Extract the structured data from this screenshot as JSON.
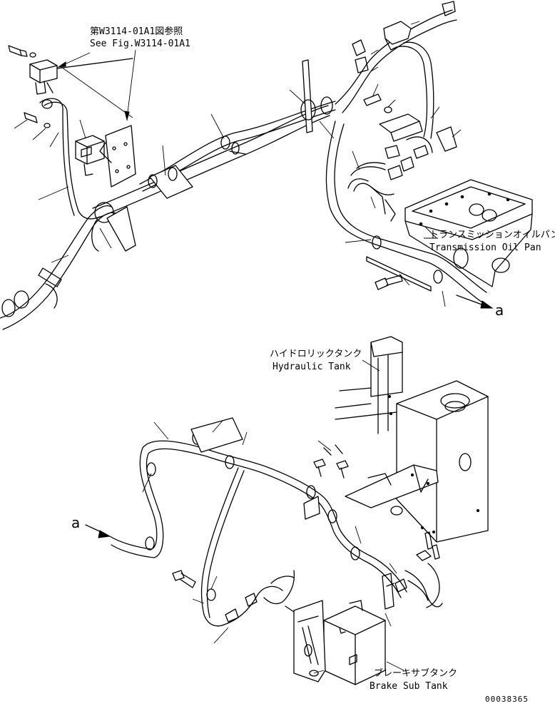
{
  "references": {
    "see_fig_jp": "第W3114-01A1図参照",
    "see_fig_en": "See Fig.W3114-01A1"
  },
  "components": {
    "transmission_oil_pan_jp": "トランスミッションオイルパン",
    "transmission_oil_pan_en": "Transmission Oil Pan",
    "hydraulic_tank_jp": "ハイドロリックタンク",
    "hydraulic_tank_en": "Hydraulic Tank",
    "brake_sub_tank_jp": "ブレーキサブタンク",
    "brake_sub_tank_en": "Brake Sub Tank"
  },
  "connection_markers": {
    "top": "a",
    "bottom": "a"
  },
  "drawing_number": "00038365"
}
